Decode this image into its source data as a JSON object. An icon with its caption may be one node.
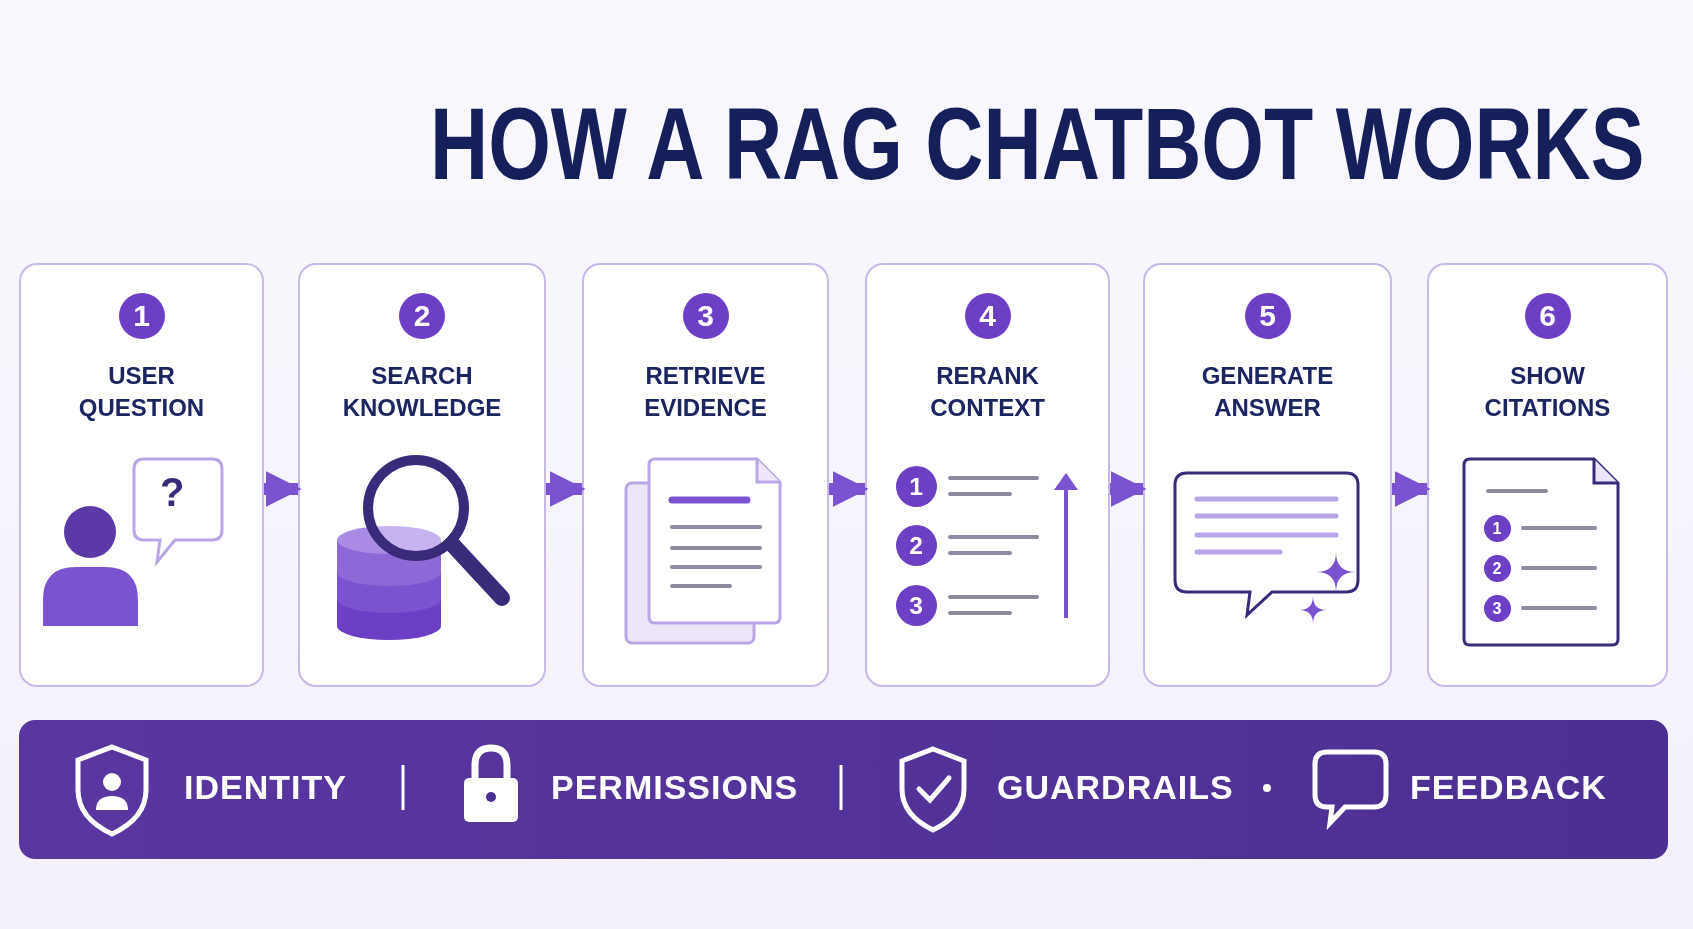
{
  "diagram": {
    "title": "HOW A RAG CHATBOT WORKS",
    "nodes": [
      {
        "text": [
          "1",
          "USER QUESTION"
        ]
      },
      {
        "text": [
          "2",
          "SEARCH KNOWLEDGE"
        ]
      },
      {
        "text": [
          "3",
          "RETRIEVE EVIDENCE"
        ]
      },
      {
        "text": [
          "4",
          "RERANK CONTEXT"
        ]
      },
      {
        "text": [
          "5",
          "GENERATE ANSWER"
        ]
      },
      {
        "text": [
          "6",
          "SHOW CITATIONS"
        ]
      },
      {
        "text": [
          "IDENTITY",
          "PERMISSIONS",
          "GUARDRAILS",
          "FEEDBACK"
        ]
      }
    ],
    "edges": [
      {
        "from": 0,
        "to": 1,
        "arrow": "to"
      },
      {
        "from": 1,
        "to": 2,
        "arrow": "to"
      },
      {
        "from": 2,
        "to": 3,
        "arrow": "to"
      },
      {
        "from": 3,
        "to": 4,
        "arrow": "to"
      },
      {
        "from": 4,
        "to": 5,
        "arrow": "to"
      }
    ],
    "labels": [
      "?",
      "1",
      "2",
      "3",
      "1",
      "2",
      "3"
    ]
  }
}
